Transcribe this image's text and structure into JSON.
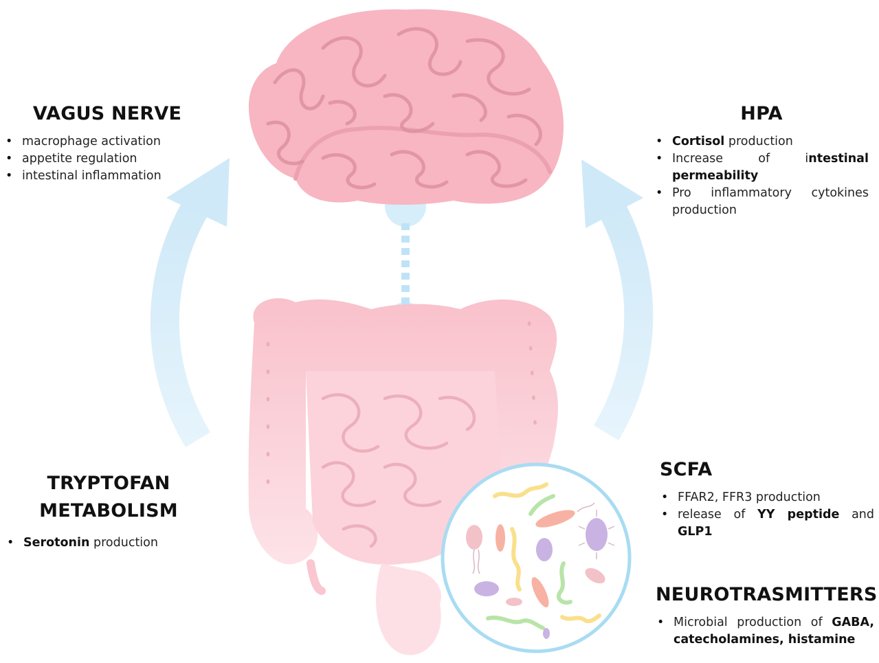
{
  "vagus": {
    "title": "VAGUS NERVE",
    "items": [
      "macrophage activation",
      "appetite regulation",
      "intestinal inflammation"
    ]
  },
  "hpa": {
    "title": "HPA",
    "item1_bold": "Cortisol",
    "item1_rest": " production",
    "item2_pre": "Increase of i",
    "item2_bold": "ntestinal permeability",
    "item3": "Pro inflammatory cytokines production"
  },
  "tryptophan": {
    "title_line1": "TRYPTOFAN",
    "title_line2": "METABOLISM",
    "item1_bold": "Serotonin",
    "item1_rest": " production"
  },
  "scfa": {
    "title": "SCFA",
    "item1": "FFAR2, FFR3  production",
    "item2_a": "release of ",
    "item2_b": "YY peptide",
    "item2_c": " and ",
    "item2_d": "GLP1"
  },
  "neuro": {
    "title": "NEUROTRASMITTERS",
    "item1_a": "Microbial production of ",
    "item1_b": "GABA, catecholamines, histamine"
  },
  "colors": {
    "brain": "#f7b6c2",
    "brain_fold": "#dd8f9f",
    "gut": "#fac6cf",
    "gut_fold": "#e7a4b1",
    "arrow": "#d4ecf9",
    "connector": "#bfe3f6",
    "circle_stroke": "#a9dcf2"
  }
}
